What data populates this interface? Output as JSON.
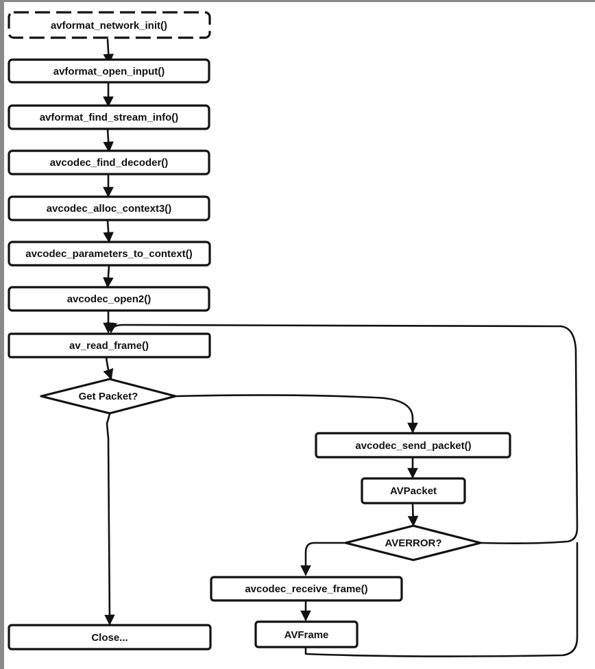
{
  "nodes": {
    "network_init": "avformat_network_init()",
    "open_input": "avformat_open_input()",
    "find_stream_info": "avformat_find_stream_info()",
    "find_decoder": "avcodec_find_decoder()",
    "alloc_context3": "avcodec_alloc_context3()",
    "parameters_to_context": "avcodec_parameters_to_context()",
    "open2": "avcodec_open2()",
    "read_frame": "av_read_frame()",
    "get_packet": "Get Packet?",
    "send_packet": "avcodec_send_packet()",
    "avpacket": "AVPacket",
    "averror": "AVERROR?",
    "receive_frame": "avcodec_receive_frame()",
    "avframe": "AVFrame",
    "close": "Close..."
  },
  "colors": {
    "stroke": "#111111",
    "background": "#ffffff",
    "frame": "#8a8a8a"
  }
}
